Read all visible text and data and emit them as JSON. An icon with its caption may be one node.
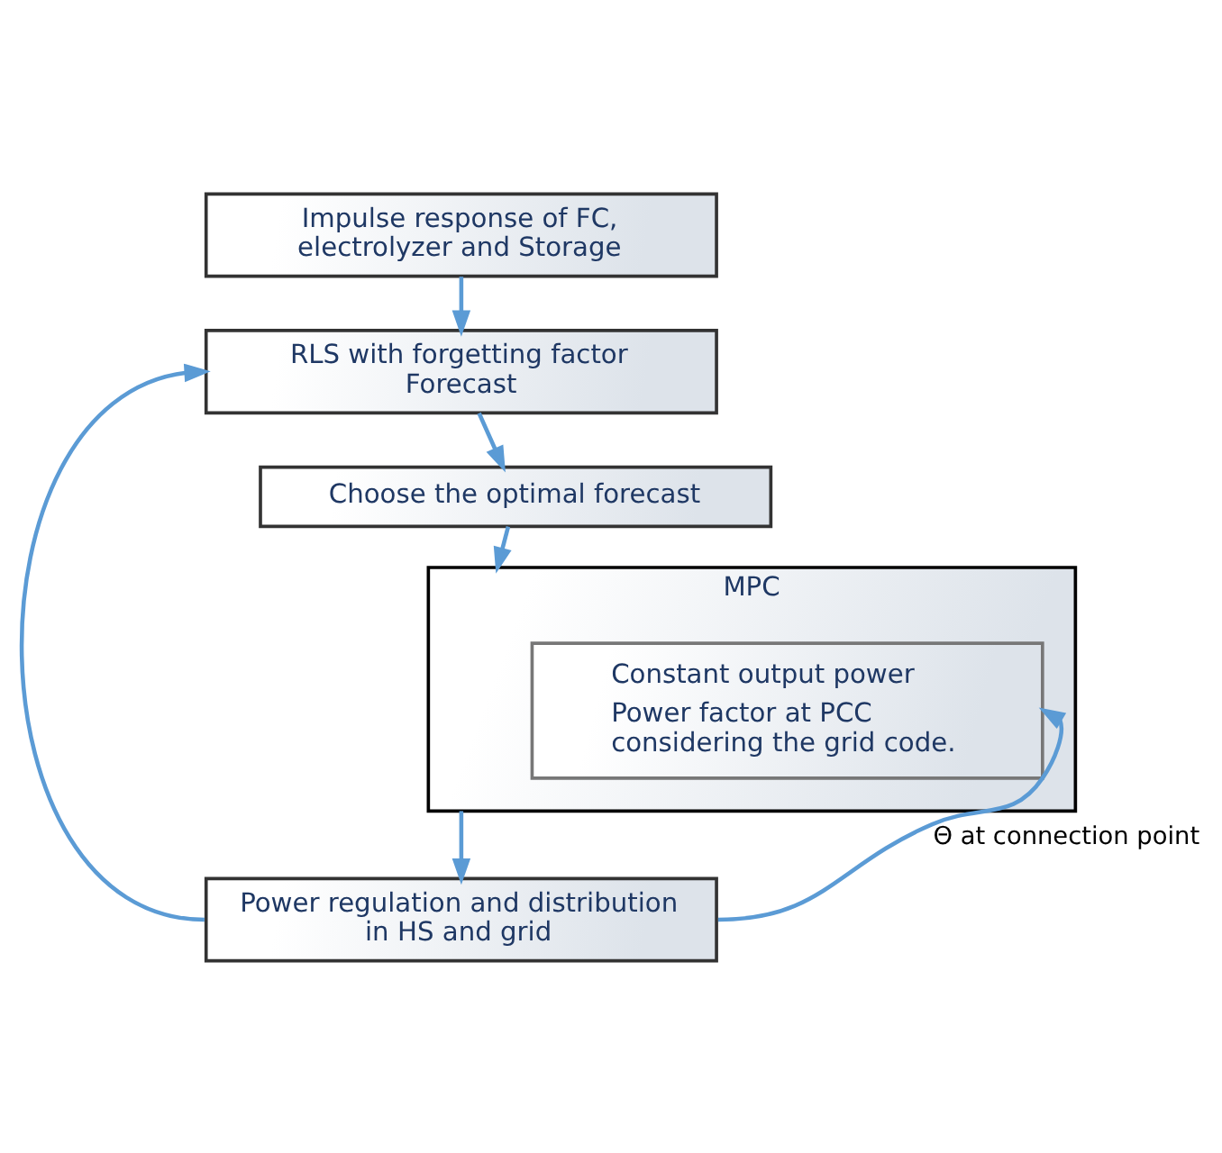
{
  "diagram": {
    "nodes": [
      {
        "text": [
          "Impulse response of FC, electrolyzer and Storage"
        ]
      },
      {
        "text": [
          "RLS with forgetting factor Forecast"
        ]
      },
      {
        "text": [
          "Choose the optimal forecast"
        ]
      },
      {
        "text": [
          "MPC"
        ]
      },
      {
        "text": [
          "Constant output power",
          "Power factor at PCC considering the grid code."
        ],
        "in": 3
      },
      {
        "text": [
          "Power regulation and distribution in HS and grid"
        ]
      }
    ],
    "edges": [
      {
        "from": 0,
        "to": 1,
        "arrow": "to"
      },
      {
        "from": 1,
        "to": 2,
        "arrow": "to"
      },
      {
        "from": 2,
        "to": 3,
        "arrow": "to"
      },
      {
        "from": 3,
        "to": 5,
        "arrow": "to"
      },
      {
        "from": 5,
        "to": 1,
        "arrow": "to"
      },
      {
        "from": 5,
        "to": 4,
        "arrow": "to",
        "label": "Θ at connection point"
      }
    ]
  }
}
